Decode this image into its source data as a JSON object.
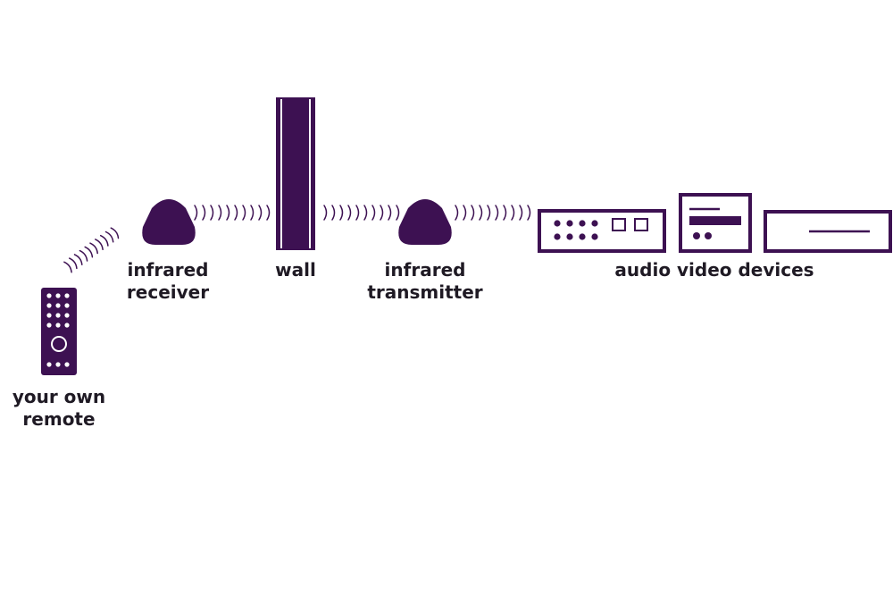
{
  "colors": {
    "accent": "#3d1152",
    "text": "#1f1a24",
    "background": "#ffffff"
  },
  "labels": {
    "remote": [
      "your own",
      "remote"
    ],
    "receiver": [
      "infrared",
      "receiver"
    ],
    "wall": [
      "wall"
    ],
    "transmitter": [
      "infrared",
      "transmitter"
    ],
    "devices": [
      "audio video devices"
    ]
  },
  "icons": {
    "remote": "remote-control-icon",
    "receiver": "infrared-receiver-icon",
    "wall": "wall-icon",
    "transmitter": "infrared-transmitter-icon",
    "devices": [
      "amplifier-icon",
      "av-receiver-icon",
      "dvd-player-icon"
    ],
    "signal": "infrared-signal-waves-icon"
  }
}
